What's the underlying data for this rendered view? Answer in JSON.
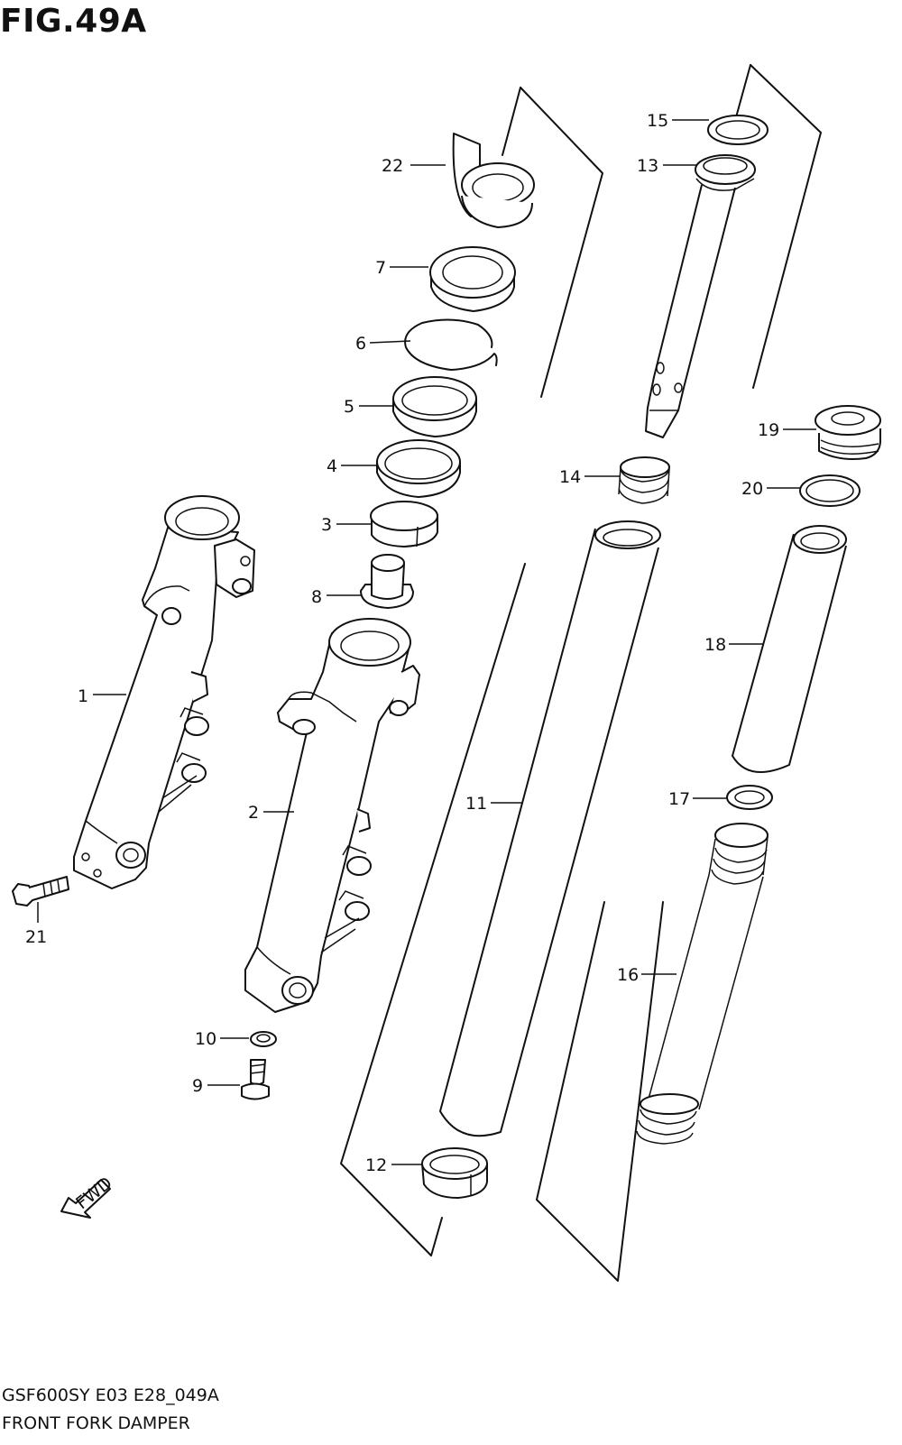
{
  "header": {
    "figure": "FIG.49A"
  },
  "footer": {
    "model": "GSF600SY E03 E28_049A",
    "title": "FRONT FORK DAMPER"
  },
  "fwd_label": "FWD",
  "callouts": [
    {
      "id": "1",
      "label": "1"
    },
    {
      "id": "2",
      "label": "2"
    },
    {
      "id": "3",
      "label": "3"
    },
    {
      "id": "4",
      "label": "4"
    },
    {
      "id": "5",
      "label": "5"
    },
    {
      "id": "6",
      "label": "6"
    },
    {
      "id": "7",
      "label": "7"
    },
    {
      "id": "8",
      "label": "8"
    },
    {
      "id": "9",
      "label": "9"
    },
    {
      "id": "10",
      "label": "10"
    },
    {
      "id": "11",
      "label": "11"
    },
    {
      "id": "12",
      "label": "12"
    },
    {
      "id": "13",
      "label": "13"
    },
    {
      "id": "14",
      "label": "14"
    },
    {
      "id": "15",
      "label": "15"
    },
    {
      "id": "16",
      "label": "16"
    },
    {
      "id": "17",
      "label": "17"
    },
    {
      "id": "18",
      "label": "18"
    },
    {
      "id": "19",
      "label": "19"
    },
    {
      "id": "20",
      "label": "20"
    },
    {
      "id": "21",
      "label": "21"
    },
    {
      "id": "22",
      "label": "22"
    }
  ]
}
